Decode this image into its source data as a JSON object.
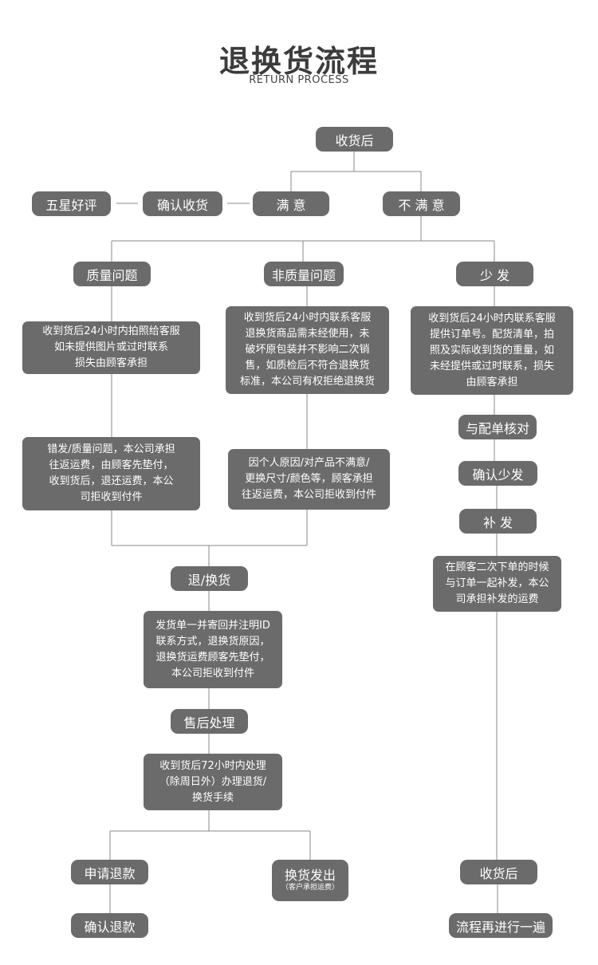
{
  "header": {
    "title": "退换货流程",
    "subtitle": "RETURN PROCESS"
  },
  "nodes": {
    "received": "收货后",
    "five_star": "五星好评",
    "confirm_receipt": "确认收货",
    "satisfied": "满 意",
    "unsatisfied": "不 满 意",
    "quality_issue": "质量问题",
    "non_quality_issue": "非质量问题",
    "missing": "少 发",
    "quality_note": "收到货后24小时内拍照给客服\n如未提供图片或过时联系\n损失由顾客承担",
    "non_quality_note": "收到货后24小时内联系客服\n退换货商品需未经使用，未\n破坏原包装并不影响二次销\n售，如质检后不符合退换货\n标准，本公司有权拒绝退换货",
    "missing_note": "收到货后24小时内联系客服\n提供订单号。配货清单，拍\n照及实际收到货的重量，如\n未经提供或过时联系，损失\n由顾客承担",
    "quality_fee_note": "错发/质量问题，本公司承担\n往返运费，由顾客先垫付，\n收到货后，退还运费，本公\n司拒收到付件",
    "personal_fee_note": "因个人原因/对产品不满意/\n更换尺寸/颜色等，顾客承担\n往返运费，本公司拒收到付件",
    "check_packing": "与配单核对",
    "confirm_missing": "确认少发",
    "resend": "补 发",
    "resend_note": "在顾客二次下单的时候\n与订单一起补发，本公\n司承担补发的运费",
    "return_exchange": "退/换货",
    "return_note": "发货单一并寄回并注明ID\n联系方式，退换货原因，\n退换货运费顾客先垫付，\n本公司拒收到付件",
    "after_sales": "售后处理",
    "process_note": "收到货后72小时内处理\n（除周日外）办理退货/\n换货手续",
    "apply_refund": "申请退款",
    "exchange_ship": "换货发出",
    "exchange_ship_sub": "（客户承担运费）",
    "received_again": "收货后",
    "confirm_refund": "确认退款",
    "repeat_process": "流程再进行一遍"
  },
  "colors": {
    "node_fill": "#6b6b6b",
    "line": "#8a8a8a",
    "title": "#3c3c3c"
  }
}
